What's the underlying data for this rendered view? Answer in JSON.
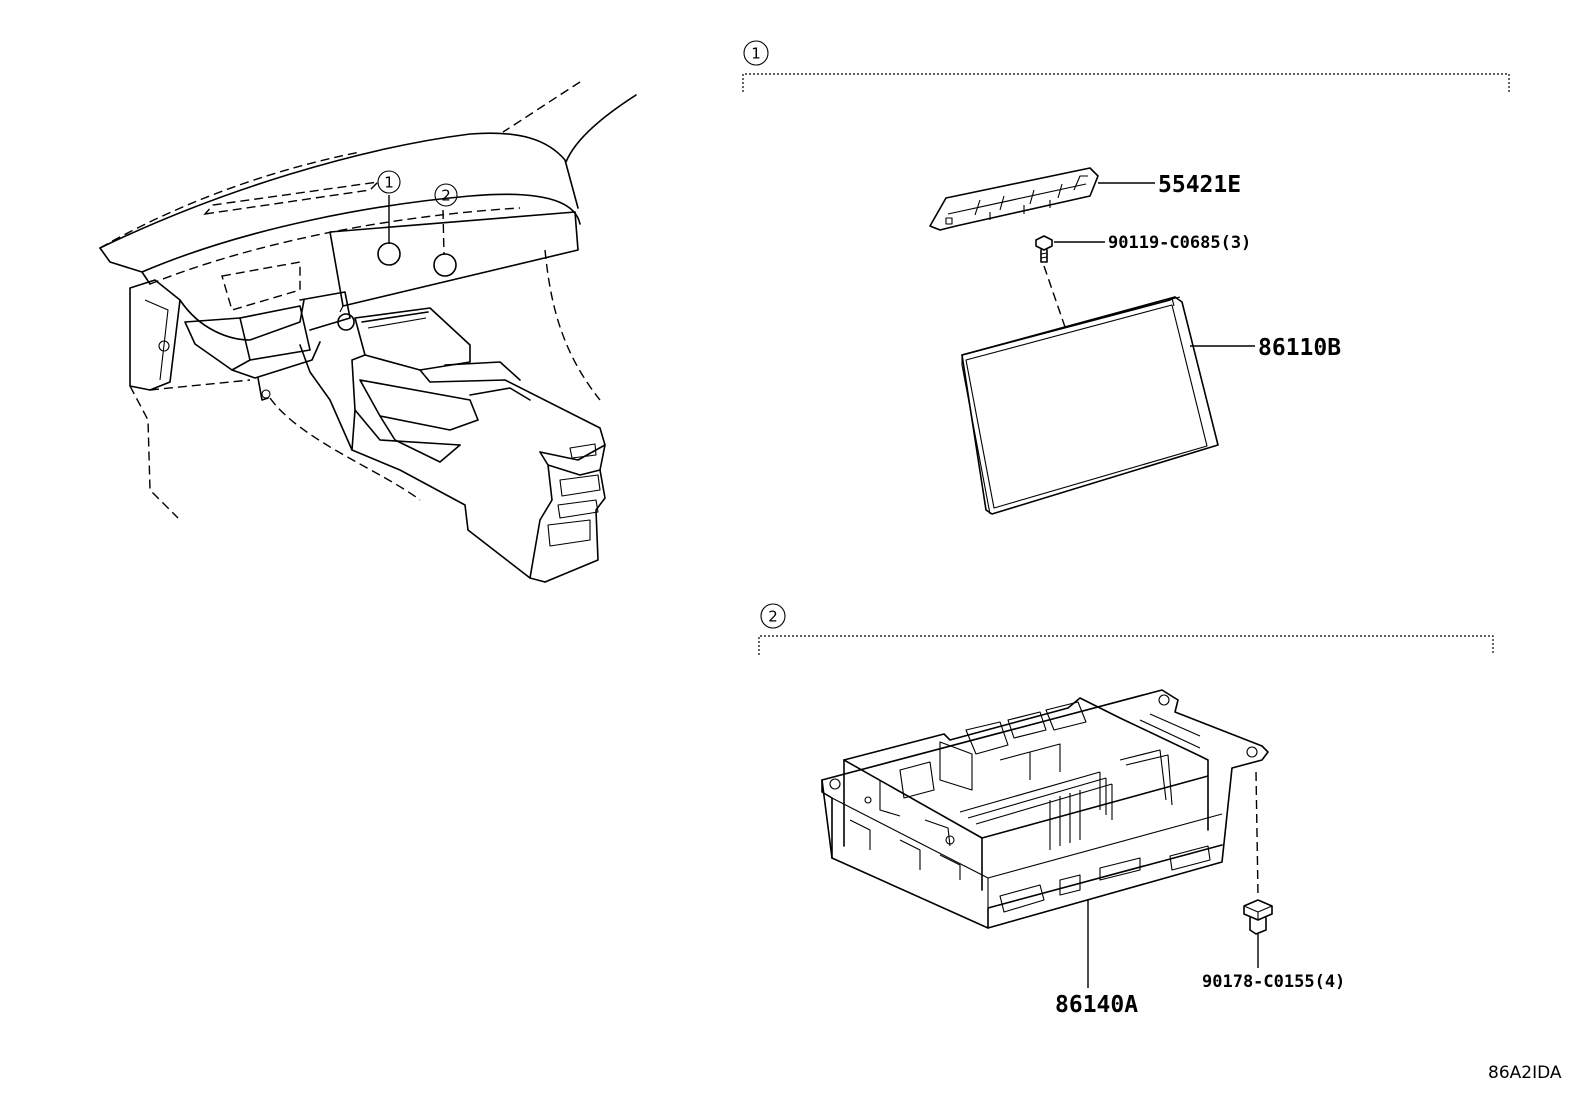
{
  "callouts": {
    "one": "1",
    "two": "2"
  },
  "parts": {
    "bezel": "55421E",
    "screw_display": "90119-C0685(3)",
    "display": "86110B",
    "amplifier": "86140A",
    "screw_amp": "90178-C0155(4)"
  },
  "figure_code": "86A2IDA"
}
